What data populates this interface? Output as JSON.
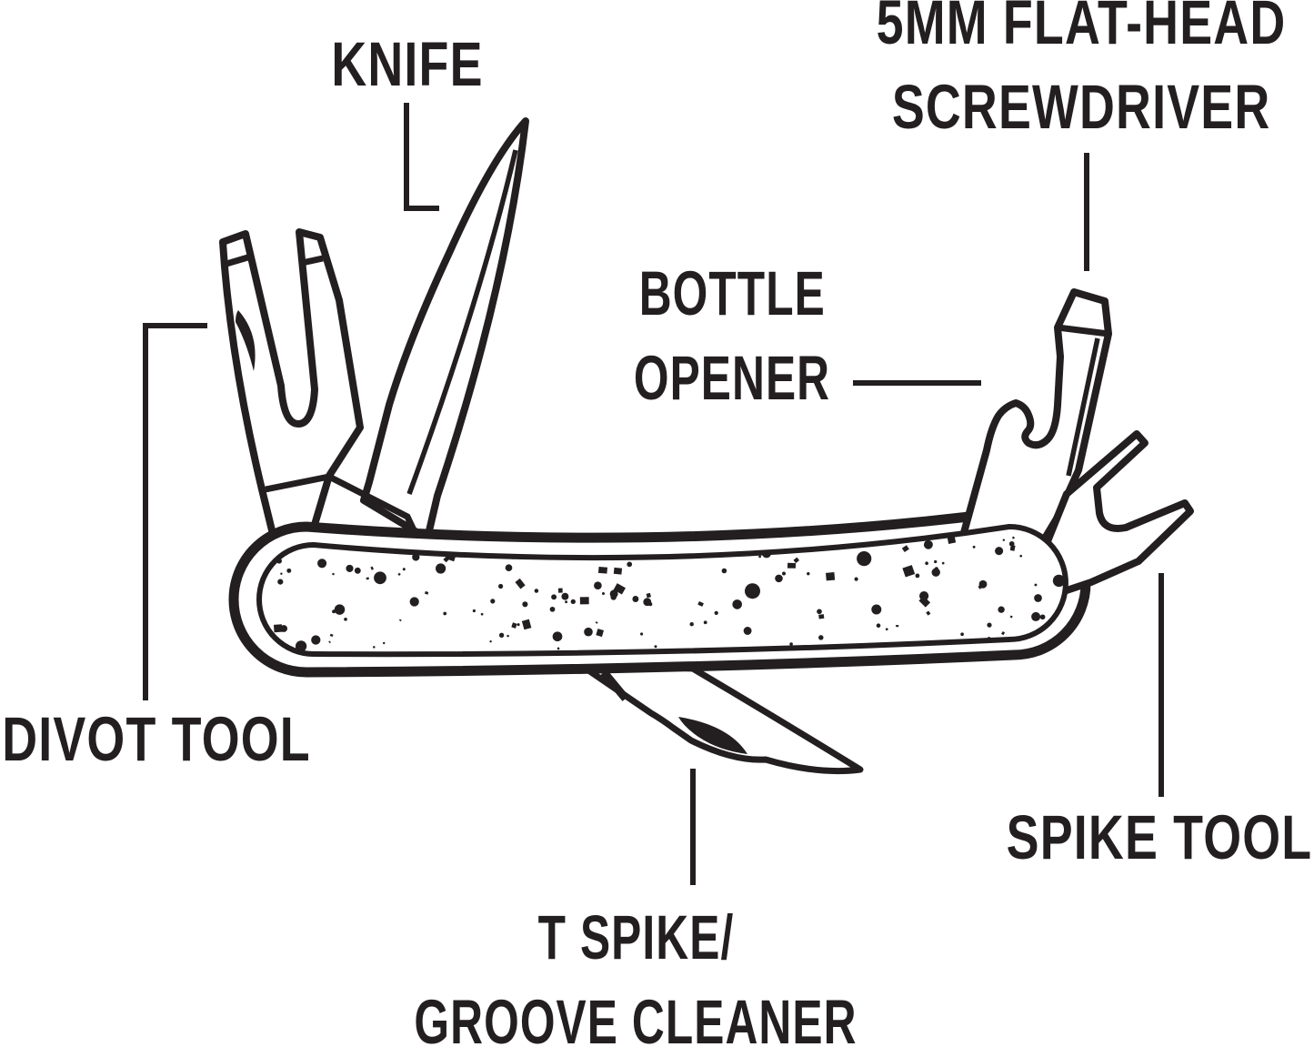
{
  "diagram": {
    "description": "Black-and-white line illustration of a pocket multi-tool with all tools extended from a speckled handle",
    "colors": {
      "ink": "#231f20",
      "background": "#ffffff"
    },
    "labels": {
      "knife": "KNIFE",
      "screwdriver_line1": "5MM FLAT-HEAD",
      "screwdriver_line2": "SCREWDRIVER",
      "bottle_opener_line1": "BOTTLE",
      "bottle_opener_line2": "OPENER",
      "divot_tool": "DIVOT TOOL",
      "t_spike_line1": "T SPIKE/",
      "t_spike_line2": "GROOVE CLEANER",
      "spike_tool": "SPIKE TOOL"
    }
  }
}
